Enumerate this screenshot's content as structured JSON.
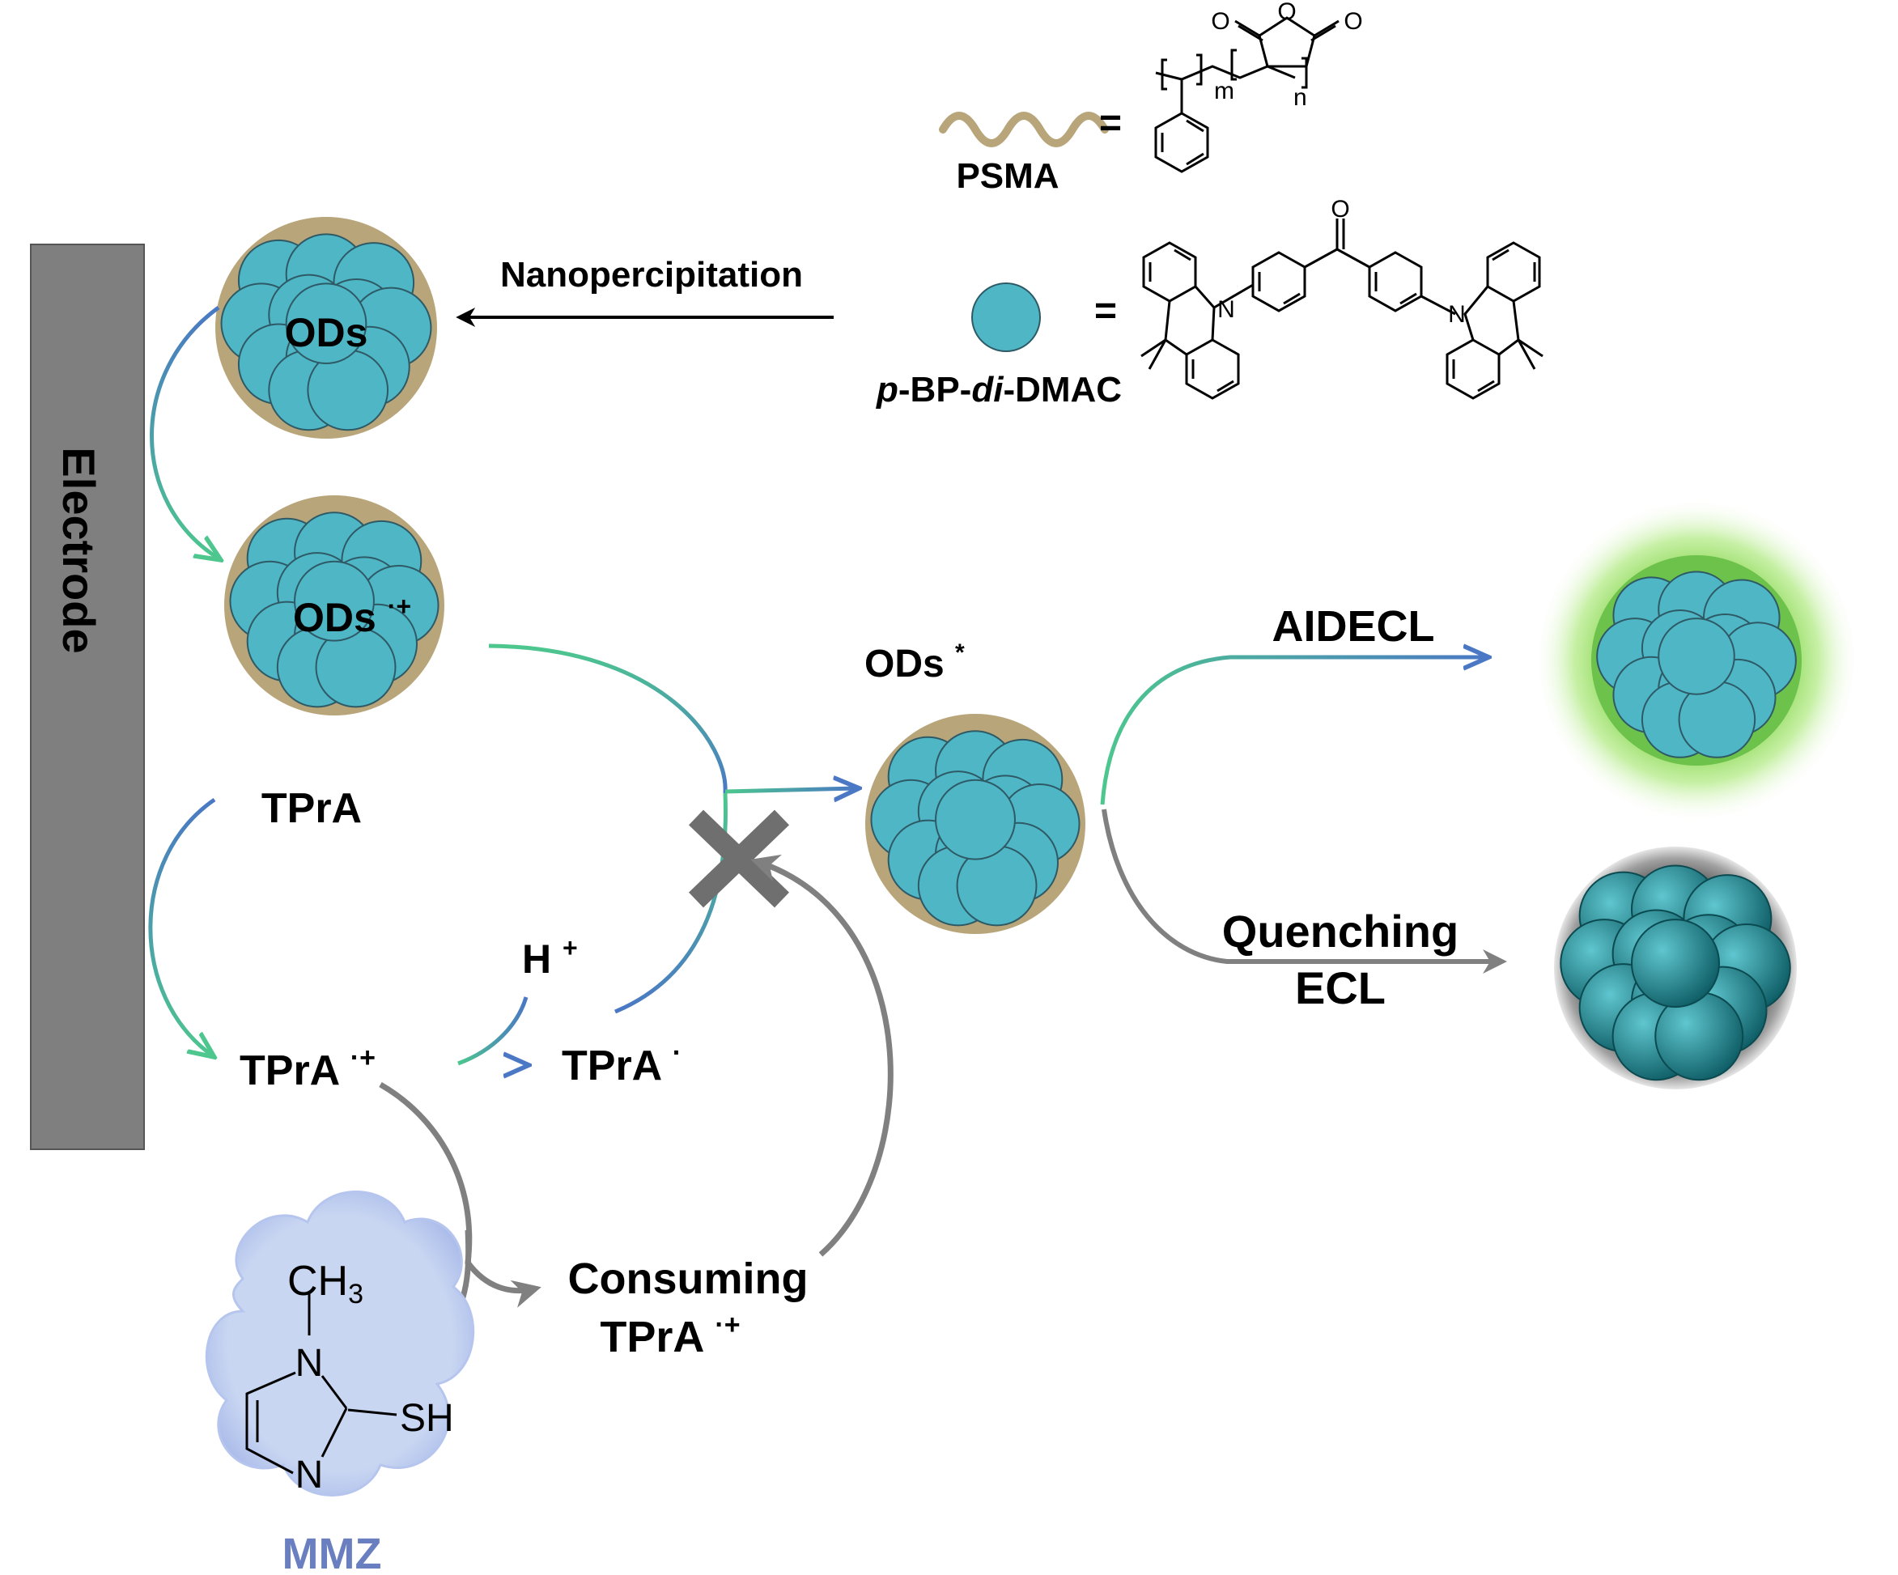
{
  "labels": {
    "electrode": "Electrode",
    "psma": "PSMA",
    "psma_equals": "=",
    "dmac_equals": "=",
    "dmac_prefix": "p",
    "dmac_mid1": "-BP-",
    "dmac_di": "di",
    "dmac_suffix": "-DMAC",
    "nanoprecipitation": "Nanopercipitation",
    "ods": "ODs",
    "ods_radical_base": "ODs",
    "ods_radical_sup": "·+",
    "ods_excited_base": "ODs",
    "ods_excited_sup": "*",
    "tpra": "TPrA",
    "tpra_radical_base": "TPrA",
    "tpra_radical_sup": "·+",
    "tpra_dot_base": "TPrA",
    "tpra_dot_sup": "·",
    "h_plus_base": "H",
    "h_plus_sup": "+",
    "consuming_line1": "Consuming",
    "consuming_line2_base": "TPrA",
    "consuming_line2_sup": "·+",
    "aidecl": "AIDECL",
    "quenching_line1": "Quenching",
    "quenching_line2": "ECL",
    "mmz": "MMZ",
    "mmz_ch3": "CH",
    "mmz_ch3_sub": "3",
    "mmz_n1": "N",
    "mmz_n2": "N",
    "mmz_sh": "SH",
    "psma_m": "m",
    "psma_n": "n",
    "psma_o1": "O",
    "psma_o2": "O",
    "psma_o3": "O",
    "dmac_o": "O",
    "dmac_n1": "N",
    "dmac_n2": "N"
  },
  "colors": {
    "particle_fill": "#4fb6c6",
    "particle_stroke": "#2e5a66",
    "psma_shell": "#b9a57a",
    "electrode": "#7f7f7f",
    "arrow_black": "#000000",
    "arrow_gray": "#808080",
    "arrow_blue": "#4a78c4",
    "arrow_green": "#4dc78e",
    "glow_green": "#9be36a",
    "mmz_cloud": "#c9d6f2",
    "mmz_text": "#6a7fc0",
    "dark_particle": "#1c7f88"
  }
}
